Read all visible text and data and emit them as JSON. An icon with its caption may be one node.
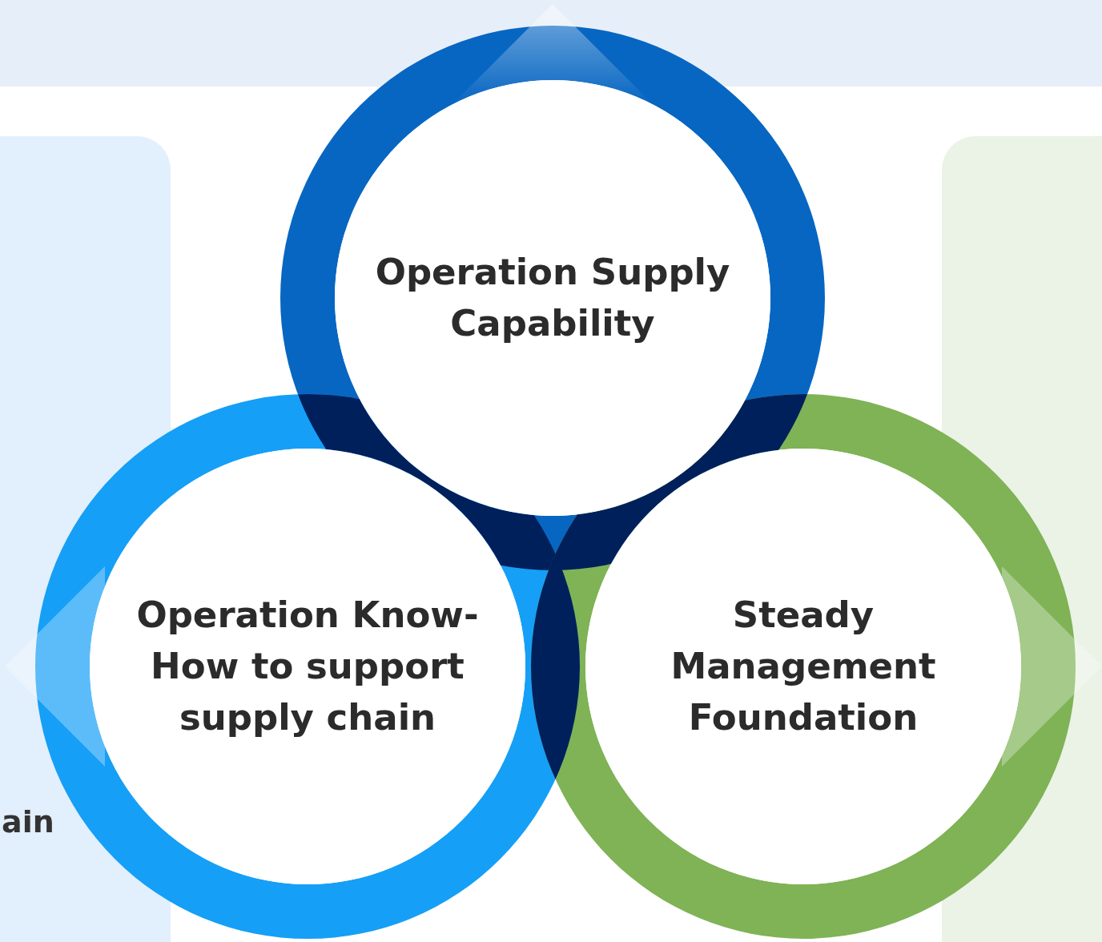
{
  "diagram": {
    "nodes": [
      {
        "text": [
          "Operation Supply Capability"
        ]
      },
      {
        "text": [
          "Operation Know-How to support supply chain"
        ]
      },
      {
        "text": [
          "Steady Management Foundation"
        ]
      }
    ],
    "labels": [
      "ain"
    ]
  }
}
